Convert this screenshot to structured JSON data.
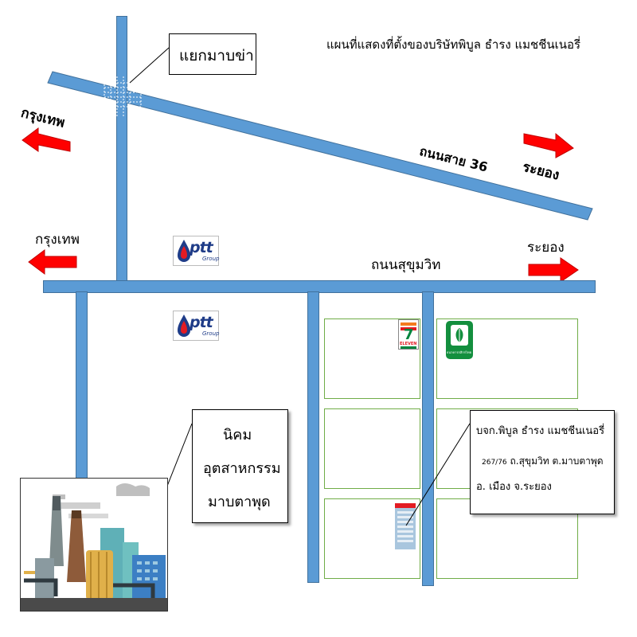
{
  "title": "แผนที่แสดงที่ตั้งของบริษัทพิบูล ธำรง แมชชีนเนอรี่",
  "junction": {
    "label": "แยกมาบข่า"
  },
  "roads": {
    "road36": "ถนนสาย 36",
    "sukhumvit": "ถนนสุขุมวิท"
  },
  "directions": {
    "bangkok_top": "กรุงเทพ",
    "rayong_top": "ระยอง",
    "bangkok_mid": "กรุงเทพ",
    "rayong_mid": "ระยอง"
  },
  "industrial_estate": {
    "line1": "นิคม",
    "line2": "อุตสาหกรรม",
    "line3": "มาบตาพุด"
  },
  "company": {
    "name": "บจก.พิบูล ธำรง แมชชีนเนอรี่",
    "address_number": "267/76",
    "address_line1_rest": " ถ.สุขุมวิท ต.มาบตาพุด",
    "address_line2": "อ. เมือง จ.ระยอง"
  },
  "landmarks": {
    "ptt_logo_text": "ptt",
    "ptt_logo_sub": "Group",
    "seven_eleven_text": "ELEVEN",
    "bank_icon_text": "ธนาคารกสิกรไทย"
  },
  "colors": {
    "road": "#5b9bd5",
    "arrow": "#ff0000",
    "lot_border": "#70ad47"
  }
}
